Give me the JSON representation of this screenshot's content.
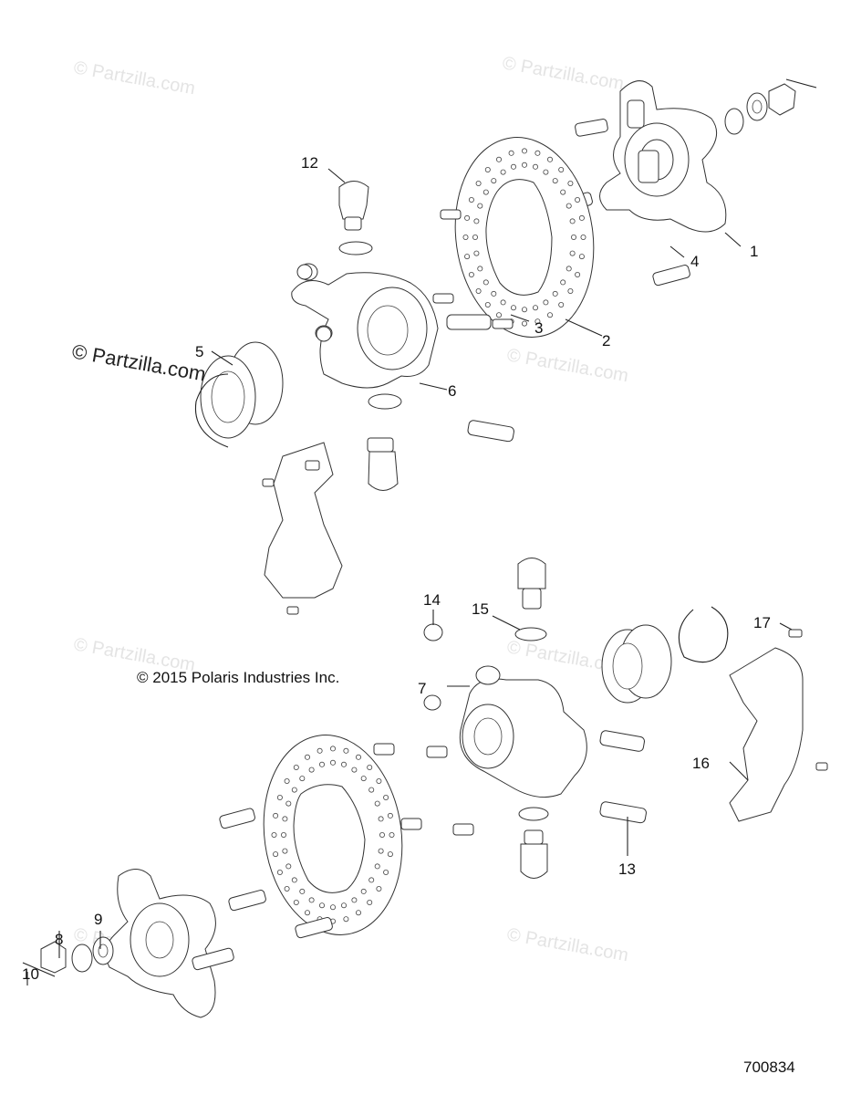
{
  "watermark_text": "© Partzilla.com",
  "copyright": "© 2015 Polaris Industries Inc.",
  "figure_number": "700834",
  "callouts": [
    "1",
    "2",
    "3",
    "4",
    "5",
    "6",
    "7",
    "8",
    "9",
    "10",
    "12",
    "13",
    "14",
    "15",
    "16",
    "17"
  ]
}
